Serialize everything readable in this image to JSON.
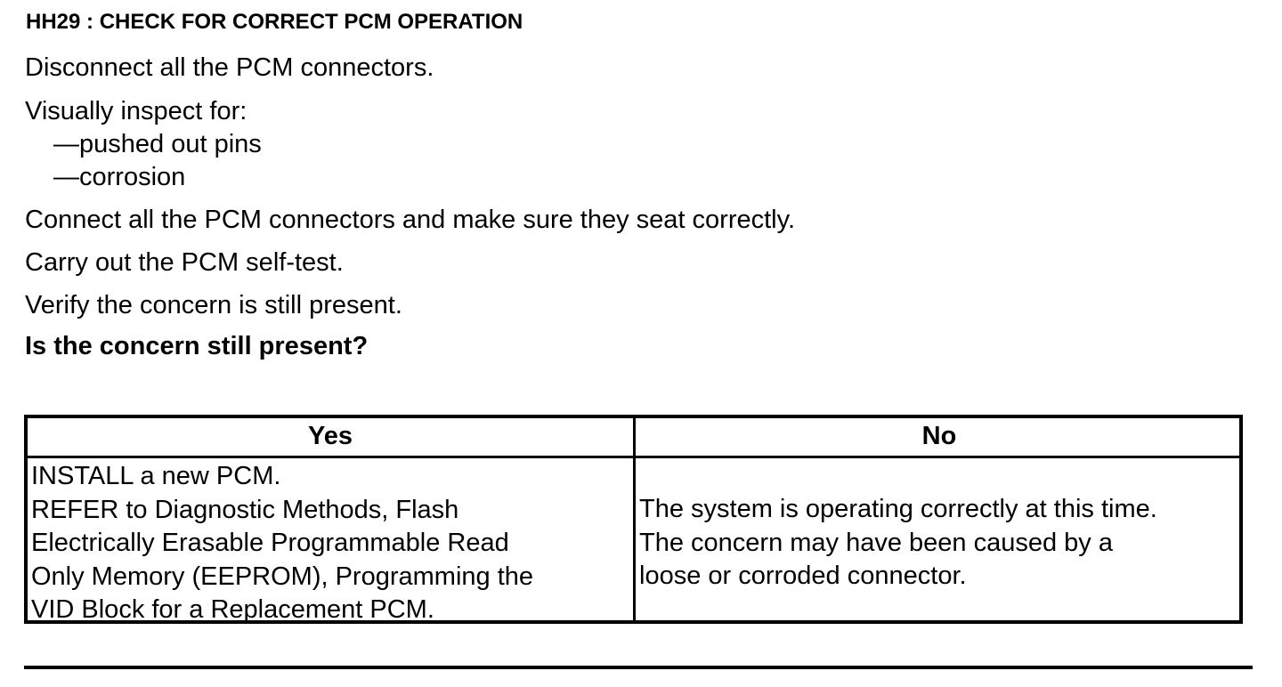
{
  "title": "HH29 : CHECK FOR CORRECT PCM OPERATION",
  "steps": {
    "disconnect": "Disconnect all the PCM connectors.",
    "inspect": "Visually inspect for:",
    "inspect_items": [
      "—pushed out pins",
      "—corrosion"
    ],
    "connect": "Connect all the PCM connectors and make sure they seat correctly.",
    "selftest": "Carry out the PCM self-test.",
    "verify": "Verify the concern is still present."
  },
  "question": "Is the concern still present?",
  "table": {
    "headers": {
      "yes": "Yes",
      "no": "No"
    },
    "yes_lines": [
      "INSTALL a new PCM.",
      "REFER to Diagnostic Methods, Flash",
      "Electrically Erasable Programmable Read",
      "Only Memory  (EEPROM), Programming the",
      "VID Block for a Replacement PCM."
    ],
    "no_lines": [
      "The system is operating correctly at this time.",
      "The concern may have been caused by a",
      "loose or corroded connector."
    ]
  }
}
